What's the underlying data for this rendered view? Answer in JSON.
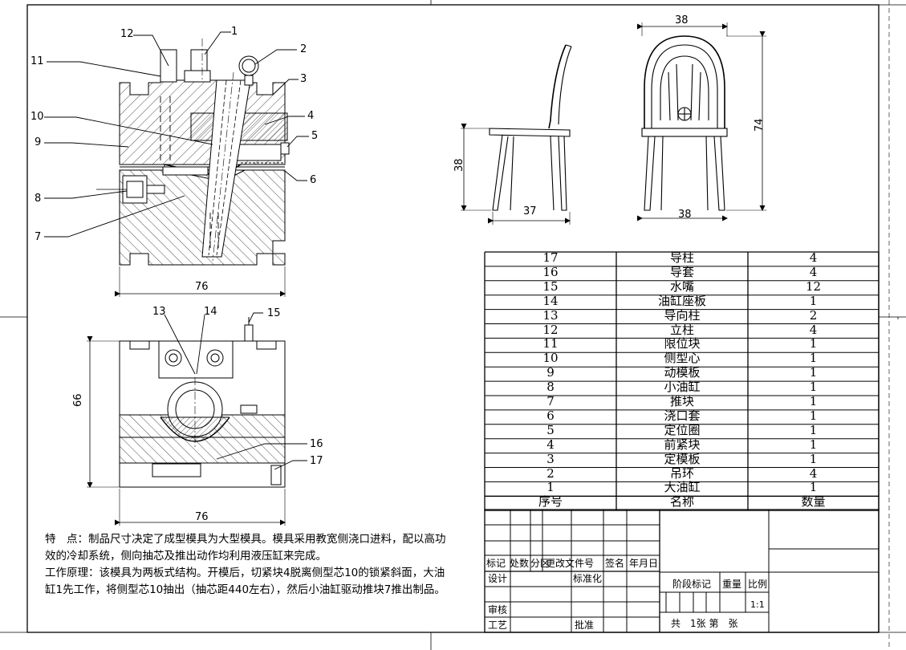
{
  "drawing": {
    "front_view_labels": [
      "12",
      "1",
      "2",
      "11",
      "3",
      "10",
      "4",
      "9",
      "5",
      "6",
      "8",
      "7"
    ],
    "front_view_width": "76",
    "side_view_labels": [
      "13",
      "14",
      "15",
      "16",
      "17"
    ],
    "side_view_height": "66",
    "side_view_width": "76",
    "chair_dims": {
      "top_width": "38",
      "height": "74",
      "seat_height": "38",
      "seat_depth": "37",
      "bottom_width": "38"
    }
  },
  "bom": {
    "header": {
      "no": "序号",
      "name": "名称",
      "qty": "数量"
    },
    "rows": [
      {
        "no": "17",
        "name": "导柱",
        "qty": "4"
      },
      {
        "no": "16",
        "name": "导套",
        "qty": "4"
      },
      {
        "no": "15",
        "name": "水嘴",
        "qty": "12"
      },
      {
        "no": "14",
        "name": "油缸座板",
        "qty": "1"
      },
      {
        "no": "13",
        "name": "导向柱",
        "qty": "2"
      },
      {
        "no": "12",
        "name": "立柱",
        "qty": "4"
      },
      {
        "no": "11",
        "name": "限位块",
        "qty": "1"
      },
      {
        "no": "10",
        "name": "侧型心",
        "qty": "1"
      },
      {
        "no": "9",
        "name": "动模板",
        "qty": "1"
      },
      {
        "no": "8",
        "name": "小油缸",
        "qty": "1"
      },
      {
        "no": "7",
        "name": "推块",
        "qty": "1"
      },
      {
        "no": "6",
        "name": "浇口套",
        "qty": "1"
      },
      {
        "no": "5",
        "name": "定位圈",
        "qty": "1"
      },
      {
        "no": "4",
        "name": "前紧块",
        "qty": "1"
      },
      {
        "no": "3",
        "name": "定模板",
        "qty": "1"
      },
      {
        "no": "2",
        "name": "吊环",
        "qty": "4"
      },
      {
        "no": "1",
        "name": "大油缸",
        "qty": "1"
      }
    ]
  },
  "title_block": {
    "row_header": [
      "标记",
      "处数",
      "分区",
      "更改文件号",
      "签名",
      "年月日"
    ],
    "design": "设计",
    "standardize": "标准化",
    "review": "审核",
    "process": "工艺",
    "approve": "批准",
    "stage_mark": "阶段标记",
    "weight": "重量",
    "scale_label": "比例",
    "scale": "1:1",
    "sheets": "共　1张 第　张"
  },
  "notes": {
    "features_label": "特　点：",
    "features_text": "制品尺寸决定了成型模具为大型模具。模具采用教宽侧浇口进料，配以高功效的冷却系统，侧向抽芯及推出动作均利用液压缸来完成。",
    "principle_text": "工作原理：该模具为两板式结构。开模后，切紧块4脱离侧型芯10的锁紧斜面，大油缸1先工作，将侧型芯10抽出（抽芯距440左右），然后小油缸驱动推块7推出制品。"
  }
}
